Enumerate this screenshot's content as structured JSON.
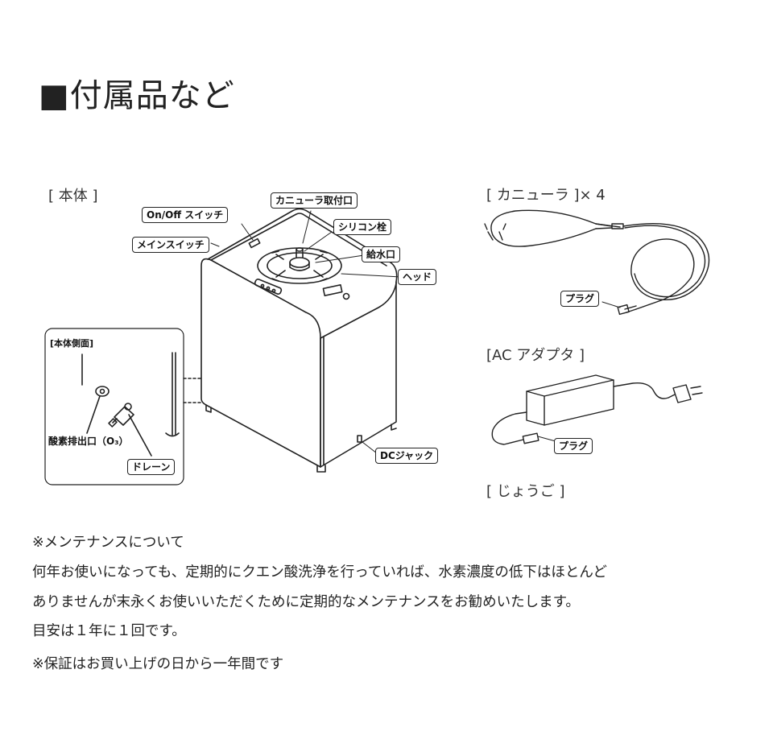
{
  "title": "■付属品など",
  "sections": {
    "body": "[ 本体 ]",
    "cannula": "[ カニューラ ]× 4",
    "adapter": "[AC アダプタ ]",
    "jouro": "[ じょうご ]"
  },
  "callouts": {
    "cannula_mount": "カニューラ取付口",
    "onoff_switch": "On/Off スイッチ",
    "silicone_plug": "シリコン栓",
    "main_switch": "メインスイッチ",
    "water_inlet": "給水口",
    "head": "ヘッド",
    "side_title": "[本体側面]",
    "ozone_outlet": "酸素排出口（O₃）",
    "drain": "ドレーン",
    "dc_jack": "DCジャック",
    "plug_cannula": "プラグ",
    "plug_adapter": "プラグ"
  },
  "notes": [
    "※メンテナンスについて",
    "何年お使いになっても、定期的にクエン酸洗浄を行っていれば、水素濃度の低下はほとんど",
    "ありませんが末永くお使いいただくために定期的なメンテナンスをお勧めいたします。",
    "目安は１年に１回です。",
    "※保証はお買い上げの日から一年間です"
  ]
}
